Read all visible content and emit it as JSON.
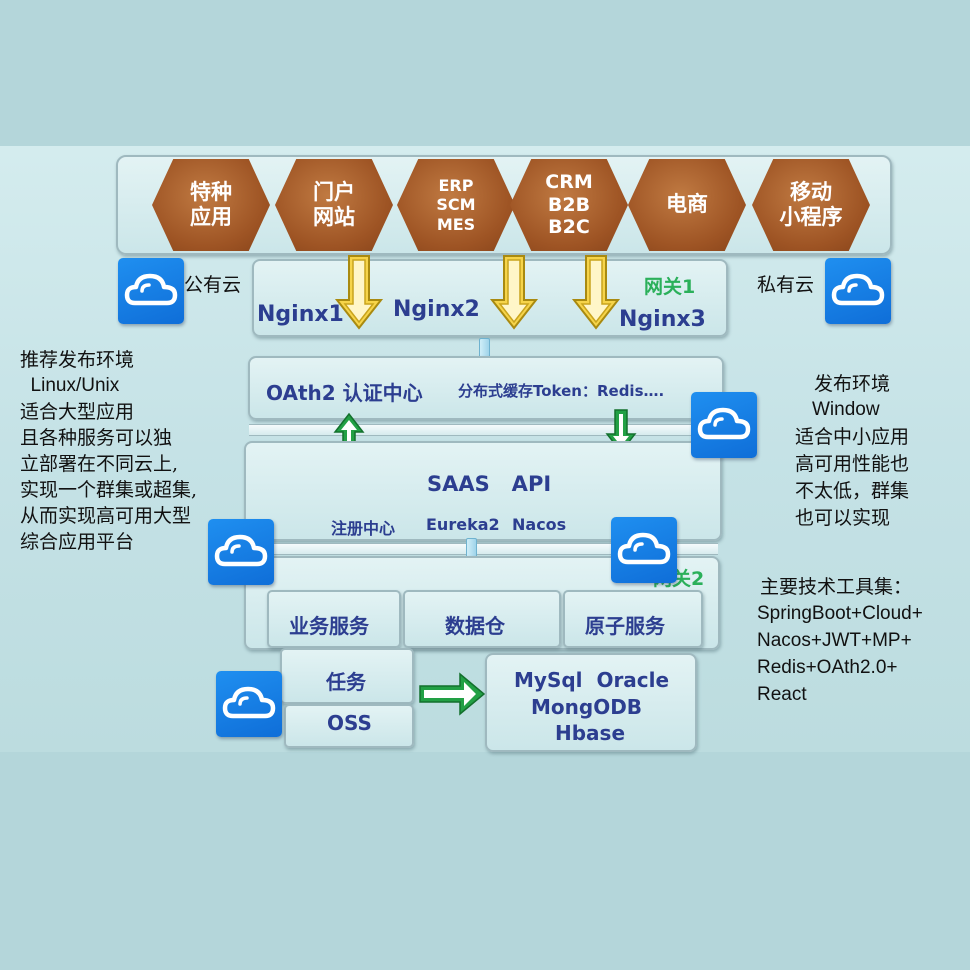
{
  "apps": [
    {
      "id": "special",
      "label": "特种\n应用"
    },
    {
      "id": "portal",
      "label": "门户\n网站"
    },
    {
      "id": "erp",
      "label": "ERP\nSCM\nMES"
    },
    {
      "id": "crm",
      "label": "CRM\nB2B\nB2C"
    },
    {
      "id": "ecommerce",
      "label": "电商"
    },
    {
      "id": "miniprogram",
      "label": "移动\n小程序"
    }
  ],
  "gateway1": {
    "label": "网关1",
    "nginx": [
      "Nginx1",
      "Nginx2",
      "Nginx3"
    ]
  },
  "cloud_labels": {
    "public": "公有云",
    "private": "私有云"
  },
  "auth": {
    "title": "OAth2 认证中心",
    "cache": "分布式缓存Token：Redis…."
  },
  "saas": {
    "title": "SAAS   API",
    "registry": "注册中心",
    "eureka": "Eureka2",
    "nacos": "Nacos"
  },
  "gateway2": {
    "label": "网关2"
  },
  "services": [
    "业务服务",
    "数据仓",
    "原子服务"
  ],
  "storage": {
    "task": "任务",
    "oss": "OSS"
  },
  "databases": {
    "line1": "MySql  Oracle",
    "line2": "MongODB",
    "line3": "Hbase"
  },
  "left_note": [
    "推荐发布环境",
    "  Linux/Unix",
    "适合大型应用",
    "且各种服务可以独",
    "立部署在不同云上,",
    "实现一个群集或超集,",
    "从而实现高可用大型",
    "综合应用平台"
  ],
  "right_note": [
    "发布环境",
    "Window",
    "适合中小应用",
    "高可用性能也",
    "不太低，群集",
    "也可以实现"
  ],
  "tools": {
    "title": "主要技术工具集：",
    "lines": [
      "SpringBoot+Cloud+",
      "Nacos+JWT+MP+",
      "Redis+OAth2.0+",
      "React"
    ]
  },
  "colors": {
    "hex": "#9e5424",
    "navy": "#2c3e90",
    "green_arrow": "#1f9e3a",
    "yellow_arrow": "#f2c200",
    "cloud": "#1779e3"
  }
}
